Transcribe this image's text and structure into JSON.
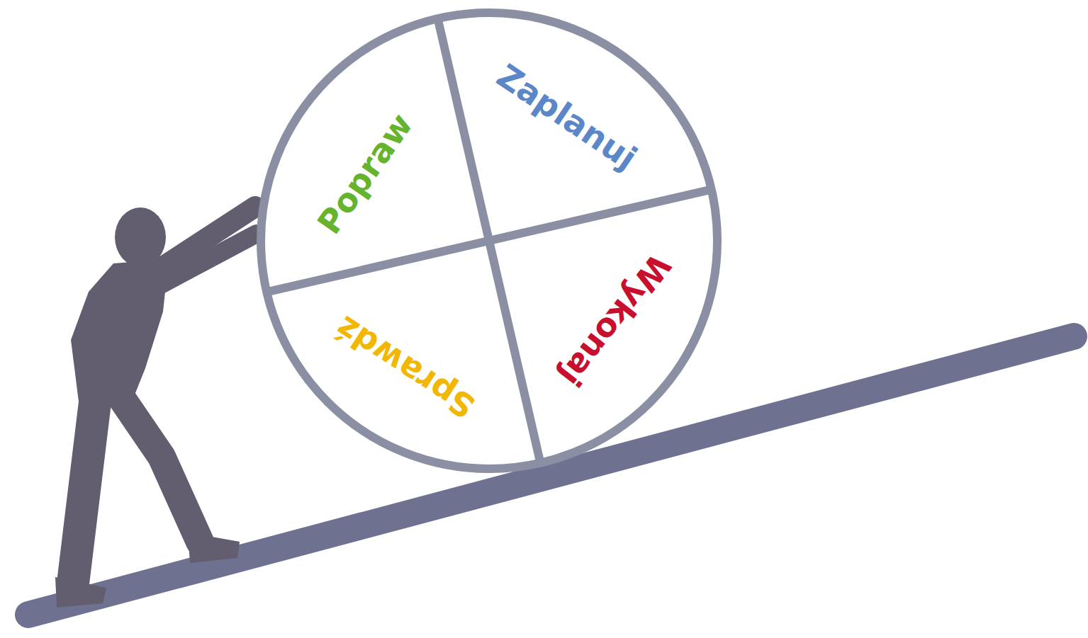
{
  "diagram": {
    "nodes": [
      {
        "text": [
          "Zaplanuj"
        ]
      },
      {
        "text": [
          "Wykonaj"
        ]
      },
      {
        "text": [
          "Sprawdź"
        ]
      },
      {
        "text": [
          "Popraw"
        ]
      }
    ]
  }
}
